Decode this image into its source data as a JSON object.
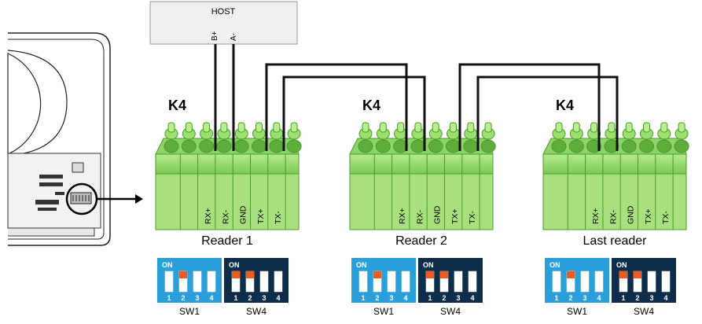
{
  "host": {
    "title": "HOST",
    "pins": [
      "B+",
      "A-"
    ]
  },
  "connector_name": "K4",
  "pin_labels": [
    "RX+",
    "RX-",
    "GND",
    "TX+",
    "TX-"
  ],
  "readers": [
    {
      "name": "Reader 1",
      "sw1": {
        "on": "ON",
        "name": "SW1",
        "switches": [
          false,
          true,
          false,
          false
        ]
      },
      "sw4": {
        "on": "ON",
        "name": "SW4",
        "switches": [
          true,
          true,
          false,
          false
        ]
      }
    },
    {
      "name": "Reader 2",
      "sw1": {
        "on": "ON",
        "name": "SW1",
        "switches": [
          false,
          true,
          false,
          false
        ]
      },
      "sw4": {
        "on": "ON",
        "name": "SW4",
        "switches": [
          true,
          true,
          false,
          false
        ]
      }
    },
    {
      "name": "Last reader",
      "sw1": {
        "on": "ON",
        "name": "SW1",
        "switches": [
          false,
          true,
          false,
          false
        ]
      },
      "sw4": {
        "on": "ON",
        "name": "SW4",
        "switches": [
          true,
          true,
          false,
          false
        ]
      }
    }
  ],
  "switch_numbers": [
    "1",
    "2",
    "3",
    "4"
  ],
  "colors": {
    "sw1_bg": "#2b9fd9",
    "sw4_bg": "#0d2d4a",
    "switch_on": "#f05a1a",
    "terminal_green": "#8fd46a",
    "terminal_dark": "#4a9a2e",
    "wire": "#111111"
  }
}
